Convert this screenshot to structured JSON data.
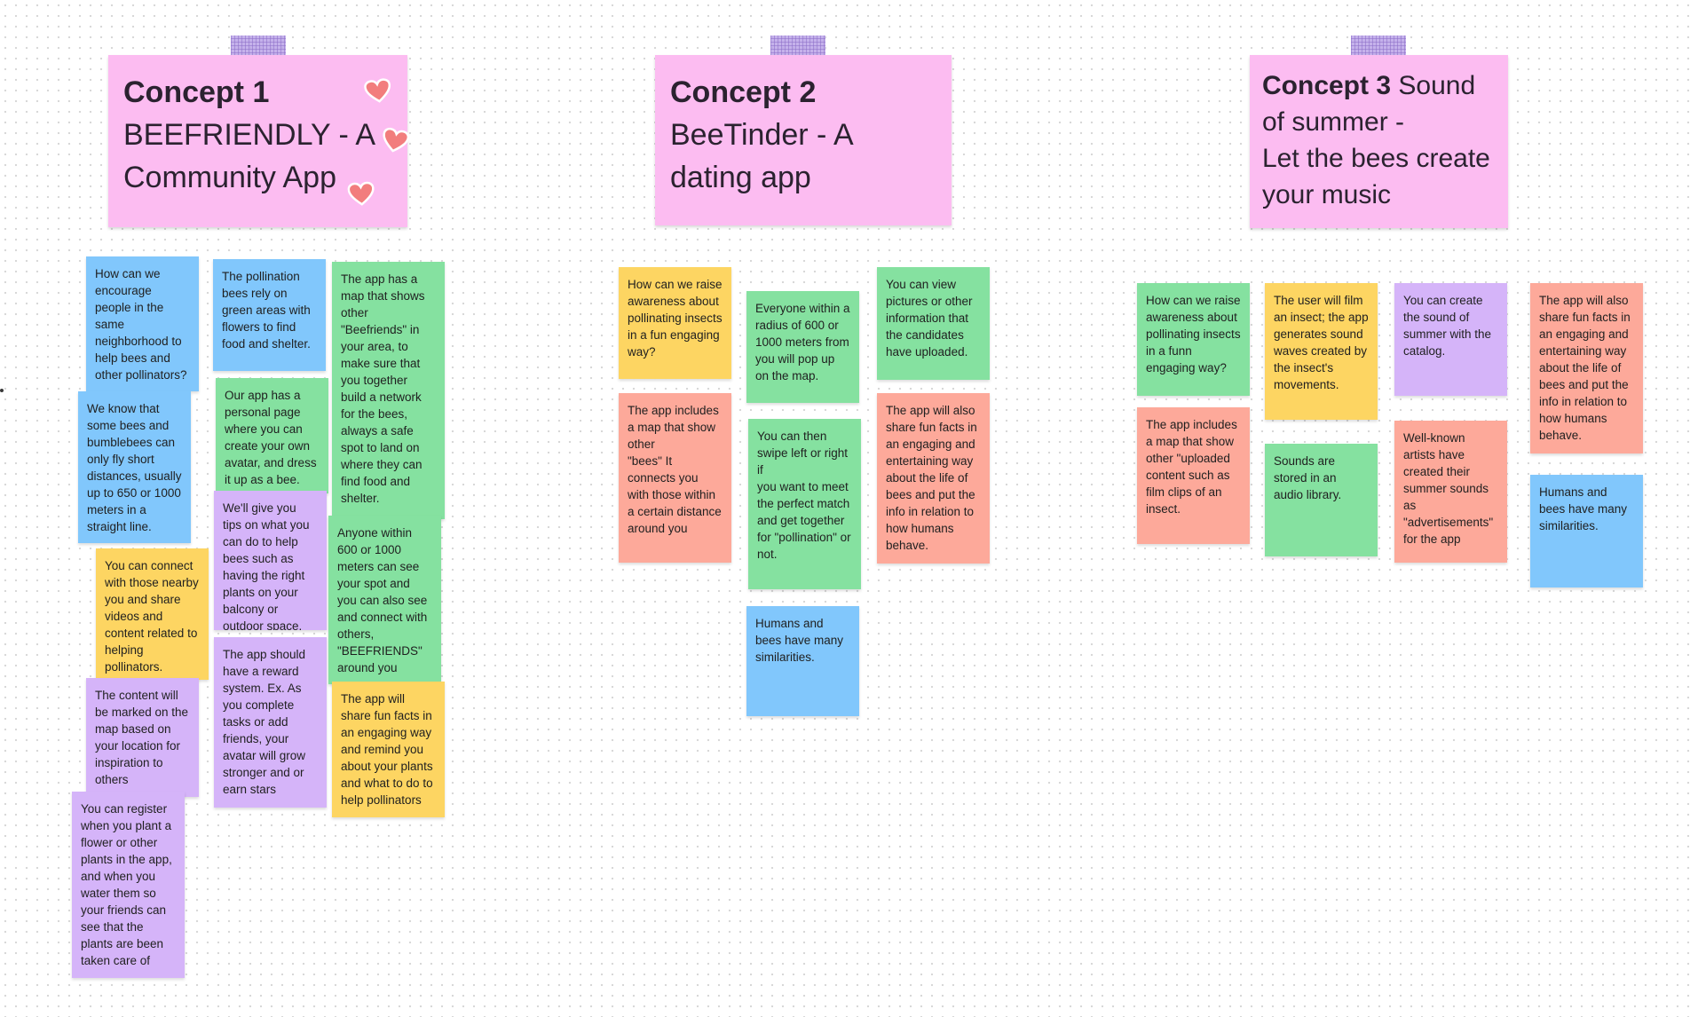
{
  "board": {
    "concepts": [
      {
        "label": "Concept 1",
        "title": "BEEFRIENDLY - A Community App"
      },
      {
        "label": "Concept 2",
        "title": "BeeTinder - A dating app"
      },
      {
        "label": "Concept 3",
        "title": "Sound of summer -\nLet the bees create your music"
      }
    ],
    "stickies": {
      "c1": [
        {
          "color": "blue",
          "text": "How can we encourage people in the same neighborhood to help bees and other pollinators?"
        },
        {
          "color": "blue",
          "text": "We know that some bees and bumblebees can only fly short distances, usually up to 650 or 1000 meters in a straight line."
        },
        {
          "color": "yellow",
          "text": "You can connect with those nearby you and share videos and content related to helping pollinators."
        },
        {
          "color": "purple",
          "text": "The content will be marked on the map based on your location for inspiration to others"
        },
        {
          "color": "purple",
          "text": "You can register when you plant a flower or other plants in the app, and when you water them so your friends can see that the plants are been taken care of"
        },
        {
          "color": "blue",
          "text": "The pollination bees rely on green areas with flowers to find food and shelter."
        },
        {
          "color": "green",
          "text": "Our app has a personal page where you can create your own avatar, and dress it up as a bee."
        },
        {
          "color": "purple",
          "text": "We'll give you tips on what you can do to help bees such as having the right plants on your balcony or outdoor space."
        },
        {
          "color": "purple",
          "text": "The app should have a reward system. Ex. As you complete tasks or add friends, your avatar will grow stronger and or earn stars"
        },
        {
          "color": "green",
          "text": "The app has a map that shows other \"Beefriends\" in your area, to make sure that you together build a network for the bees, always a safe spot to land on where they can find food and shelter."
        },
        {
          "color": "green",
          "text": "Anyone within 600 or 1000 meters can see your spot and you can also see and connect with others, \"BEEFRIENDS\" around you"
        },
        {
          "color": "yellow",
          "text": "The app will share fun facts in an engaging way and remind you about your plants and what to do to help pollinators"
        }
      ],
      "c2": [
        {
          "color": "yellow",
          "text": "How can we raise awareness about pollinating insects in a fun engaging way?"
        },
        {
          "color": "salmon",
          "text": "The app includes a map that show other\n\"bees\" It connects you with those within a certain distance around you"
        },
        {
          "color": "green",
          "text": "Everyone within a radius of 600 or 1000 meters from you will pop up on the map."
        },
        {
          "color": "green",
          "text": "You can then swipe left or right if\nyou want to meet the perfect match and get together for \"pollination\" or not."
        },
        {
          "color": "blue",
          "text": "Humans and bees have many similarities."
        },
        {
          "color": "green",
          "text": " You can view pictures or other information that the candidates have uploaded."
        },
        {
          "color": "salmon",
          "text": "The app will also share fun facts in an engaging and entertaining way about the life of bees and put the info in relation to how humans behave."
        }
      ],
      "c3": [
        {
          "color": "green",
          "text": "How can we raise awareness about pollinating insects in a funn engaging way?"
        },
        {
          "color": "salmon",
          "text": "The app includes a map that show other \"uploaded content such as film clips of an insect."
        },
        {
          "color": "yellow",
          "text": " The user will film an insect; the app generates sound waves created by the insect's movements."
        },
        {
          "color": "green",
          "text": "Sounds are stored in an audio library."
        },
        {
          "color": "purple",
          "text": "You can create the sound of summer with the catalog."
        },
        {
          "color": "salmon",
          "text": "Well-known artists have created their summer sounds as \"advertisements\" for the app"
        },
        {
          "color": "salmon",
          "text": "The app will also share fun facts in an engaging and entertaining way about the life of bees and put the info in relation to how humans behave."
        },
        {
          "color": "blue",
          "text": "Humans and bees have many similarities."
        }
      ]
    },
    "colors": {
      "header_pink": "#fcbcf1",
      "sticky_blue": "#81c7fc",
      "sticky_green": "#85e1a0",
      "sticky_yellow": "#fdd562",
      "sticky_purple": "#d5b4f9",
      "sticky_salmon": "#fda99a",
      "tape": "#bba5e8",
      "heart": "#f27d7d"
    },
    "icons": [
      "washi-tape",
      "heart-icon"
    ]
  }
}
